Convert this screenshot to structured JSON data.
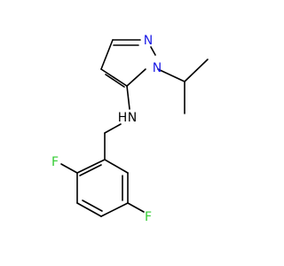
{
  "molecule": {
    "atoms": {
      "n_ring_top": {
        "symbol": "N",
        "color": "#1a1ae6"
      },
      "n_ring_sub": {
        "symbol": "N",
        "color": "#1a1ae6"
      },
      "n_amine": {
        "symbol": "N",
        "color": "#000000"
      },
      "h_amine": {
        "symbol": "H",
        "color": "#000000"
      },
      "f_ortho": {
        "symbol": "F",
        "color": "#33cc33"
      },
      "f_meta": {
        "symbol": "F",
        "color": "#33cc33"
      }
    }
  }
}
